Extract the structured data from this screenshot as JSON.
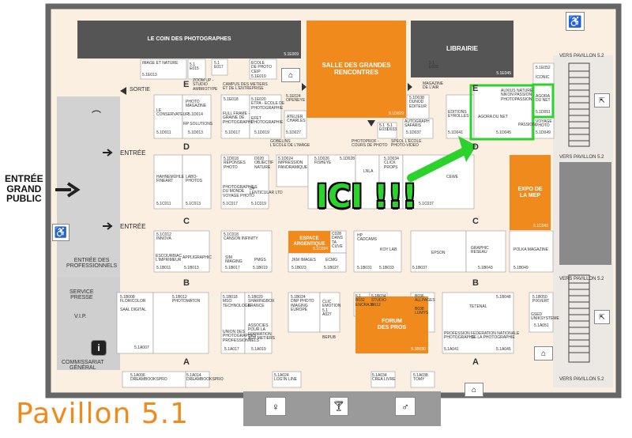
{
  "title": "Pavillon 5.1",
  "callout": "ICI !!!",
  "colors": {
    "orange": "#f08a1c",
    "dark": "#555555",
    "green": "#2cd22c",
    "wall": "#666666"
  },
  "rooms": {
    "coin_photographes": {
      "label": "LE COIN DES PHOTOGRAPHES",
      "code": "5.1E009"
    },
    "salle_rencontres": {
      "label": "SALLE DES GRANDES\nRENCONTRES",
      "code": "5.1D029"
    },
    "librairie": {
      "label": "LIBRAIRIE",
      "code": "5.1E045"
    },
    "expo_mep": {
      "label": "EXPO DE\nLA MEP",
      "code": "5.1C043"
    },
    "espace_argentique": {
      "label": "ESPACE\nARGENTIQUE",
      "code": "5.1C024"
    },
    "forum_pros": {
      "label": "FORUM\nDES PROS",
      "code": "5.1B030"
    }
  },
  "entries": {
    "grand_public": "ENTRÉE\nGRAND\nPUBLIC",
    "entree_d": "ENTRÉE",
    "entree_c": "ENTRÉE",
    "professionnels": "ENTRÉE DES\nPROFESSIONNELS",
    "sortie": "SORTIE",
    "service_presse": "SERVICE\nPRESSE",
    "vip": "V.I.P.",
    "commissariat": "COMMISSARIAT\nGÉNÉRAL",
    "vers_pavillon_1": "VERS PAVILLON 5.2",
    "vers_pavillon_2": "VERS PAVILLON 5.2",
    "vers_pavillon_3": "VERS PAVILLON 5.2",
    "vers_pavillon_4": "VERS PAVILLON 5.2"
  },
  "aisles": {
    "A": "A",
    "B": "B",
    "C": "C",
    "D": "D",
    "E": "E"
  },
  "icons": [
    "wheelchair-icon",
    "hanger-icon",
    "info-icon",
    "restroom-women-icon",
    "restroom-men-icon",
    "bar-icon",
    "rest-area-icon",
    "escalator-icon"
  ],
  "stands": [
    {
      "label": "IMAGE ET NATURE",
      "code": "5.1E013"
    },
    {
      "label": "",
      "code": "5.1\nE015"
    },
    {
      "label": "ZOOM UP -\nSTUDIO\nAMBROTYPE",
      "code": ""
    },
    {
      "label": "5.1\nE017",
      "code": ""
    },
    {
      "label": "ECOLE\nDE PHOTO\nCEIP",
      "code": "5.1E019"
    },
    {
      "label": "CAMPUS DES METIERS\nET DE L'ENTREPRISE",
      "code": ""
    },
    {
      "label": "5.1E018",
      "code": ""
    },
    {
      "label": "5.1E020\nETPA - ECOLE DE\nPHOTOGRAPHIE",
      "code": ""
    },
    {
      "label": "5.1E024\nOPENEYE",
      "code": ""
    },
    {
      "label": "LE\nCONSERVATEUR",
      "code": "5.1D011"
    },
    {
      "label": "PHOTO\nMAGAZINE",
      "code": "5.1D014"
    },
    {
      "label": "RP SOLUTIONS",
      "code": "5.1D013"
    },
    {
      "label": "FULL FRAME -\nGRAINE DE\nPHOTOGRAPHE",
      "code": "5.1D017"
    },
    {
      "label": "EFET\nPHOTOGRAPHIE",
      "code": "5.1D019"
    },
    {
      "label": "ATELIER\nCHARLES",
      "code": "5.1D027"
    },
    {
      "label": "GOBELINS\nL'ECOLE DE L'IMAGE",
      "code": ""
    },
    {
      "label": "5.1\nE031",
      "code": ""
    },
    {
      "label": "5.1\nD033",
      "code": ""
    },
    {
      "label": "PHOTOPROF -\nCOURS DE PHOTO",
      "code": ""
    },
    {
      "label": "AUTOGRAPH\nSAFARIS",
      "code": "5.1D037"
    },
    {
      "label": "SPÉOL L'ÉCOLE\nPHOTO-VIDEO",
      "code": ""
    },
    {
      "label": "MAGAZINE\nDE L'AIR",
      "code": ""
    },
    {
      "label": "5.1\nE039",
      "code": ""
    },
    {
      "label": "5.1D038\nDUNOD\nEDITEUR",
      "code": ""
    },
    {
      "label": "EDITIONS\nEYROLLES",
      "code": "5.1D041"
    },
    {
      "label": "AUXIUS NATURE\nNIKON PASSION\nPHOTOPASSION",
      "code": ""
    },
    {
      "label": "AGORA DU NET",
      "code": "5.1D045"
    },
    {
      "label": "5.1E052",
      "code": ""
    },
    {
      "label": "ICONIC",
      "code": ""
    },
    {
      "label": "AGORA\nDU NET",
      "code": "5.1D051"
    },
    {
      "label": "VOYAGE\nPHOTO",
      "code": "5.1D049"
    },
    {
      "label": "PASSION",
      "code": ""
    },
    {
      "label": "HAHNEMÜHLE\nFINEART",
      "code": "5.1C011"
    },
    {
      "label": "LABO-\nPHOTOS",
      "code": "5.1C013"
    },
    {
      "label": "5.1D018\nRÉPONSES\nPHOTO",
      "code": ""
    },
    {
      "label": "D020\nOBJECTIF\nNATURE",
      "code": ""
    },
    {
      "label": "PHOTOGRAPHIES\nDU MONDE\nVOYAGE PHOTO",
      "code": "5.1C017"
    },
    {
      "label": "DP\nLENTICULAR LTD",
      "code": "5.1C019"
    },
    {
      "label": "5.1D024\nIMPRESSION\nPANORAMIQUE",
      "code": ""
    },
    {
      "label": "5.1D026\nFISHEYE",
      "code": ""
    },
    {
      "label": "5.1D028",
      "code": ""
    },
    {
      "label": "LNLA",
      "code": ""
    },
    {
      "label": "5.1D034\nCLICK\nPROPS",
      "code": ""
    },
    {
      "label": "CEWE",
      "code": "5.1C037"
    },
    {
      "label": "5.1C012\nINNOVA",
      "code": ""
    },
    {
      "label": "ESCOURBIAC\nL'IMPRIMEUR",
      "code": "5.1B011"
    },
    {
      "label": "APPLIGRAPHIC",
      "code": "5.1B013"
    },
    {
      "label": "5.1C018\nCANSON INFINITY",
      "code": ""
    },
    {
      "label": "SIM\nIMAGING",
      "code": "5.1B017"
    },
    {
      "label": "PMGS",
      "code": "5.1B019"
    },
    {
      "label": "C028\nDANS\nTA\nCUVE",
      "code": ""
    },
    {
      "label": "JKM IMAGES",
      "code": "5.1B023"
    },
    {
      "label": "ECMG",
      "code": "5.1B027"
    },
    {
      "label": "HP\nCADCAMS",
      "code": "5.1B031"
    },
    {
      "label": "KOY LAB",
      "code": "5.1B033"
    },
    {
      "label": "EPSON",
      "code": "5.1B037"
    },
    {
      "label": "GRAPHIC\nRESEAU",
      "code": "5.1B043"
    },
    {
      "label": "POLKA MAGAZINE",
      "code": "5.1B049"
    },
    {
      "label": "5.1B008\nFLORICOLOR\n\nSAAL DIGITAL",
      "code": "5.1A007"
    },
    {
      "label": "5.1B012\nPHOTOMATON",
      "code": ""
    },
    {
      "label": "5.1B018\nMSO\nTECHNOLOGIE",
      "code": ""
    },
    {
      "label": "UNION DES\nPHOTOGRAPHES\nPROFESSIONNELS",
      "code": "5.1A017"
    },
    {
      "label": "5.1B020\nSHARINGBOX\nFRANCE",
      "code": ""
    },
    {
      "label": "ASSOCIES\nPOUR LA\nFORMATION\nAUX METIERS",
      "code": "5.1A019"
    },
    {
      "label": "5.1B024\nDNP PHOTO\nIMAGING\nEUROPE",
      "code": ""
    },
    {
      "label": "CLIC\nEMOTION\n5.1\nA027",
      "code": ""
    },
    {
      "label": "BEPUB",
      "code": ""
    },
    {
      "label": "5.1\nB032\nENCRAJE",
      "code": ""
    },
    {
      "label": "5.1B034\nSTUDIO\nB612",
      "code": ""
    },
    {
      "label": "B036\nALLPAGES\n\nB038\nLUMYS",
      "code": ""
    },
    {
      "label": "TETENAL",
      "code": "5.1B048"
    },
    {
      "label": "PROFESSION\nPHOTOGRAPHE",
      "code": "5.1A041"
    },
    {
      "label": "FEDERATION NATIONALE\nDE LA PHOTOGRAPHIE",
      "code": "5.1A045"
    },
    {
      "label": "5.1B050\nPIXVERT",
      "code": ""
    },
    {
      "label": "GSED\nUNIKSYSTEME",
      "code": "5.1A051"
    },
    {
      "label": "5.1A006\nDREAMBOOKSPRO",
      "code": ""
    },
    {
      "label": "5.1A014\nDREAMBOOKSPRO",
      "code": ""
    },
    {
      "label": "5.1A024\nLOG'IN LINE",
      "code": ""
    },
    {
      "label": "5.1A034\nCREA LIVRE",
      "code": ""
    },
    {
      "label": "5.1A038\nTOMY",
      "code": ""
    }
  ]
}
